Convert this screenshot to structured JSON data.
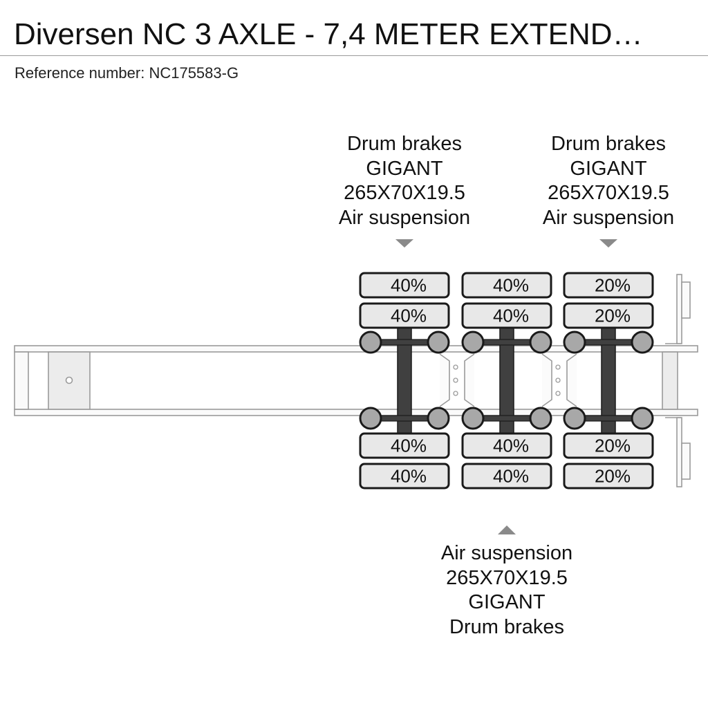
{
  "header": {
    "title": "Diversen NC 3 AXLE - 7,4 METER EXTEND…",
    "reference_label": "Reference number:",
    "reference_value": "NC175583-G"
  },
  "axles": [
    {
      "upper_tires": [
        "40%",
        "40%"
      ],
      "lower_tires": [
        "40%",
        "40%"
      ],
      "callout_position": "top",
      "callout": [
        "Drum brakes",
        "GIGANT",
        "265X70X19.5",
        "Air suspension"
      ]
    },
    {
      "upper_tires": [
        "40%",
        "40%"
      ],
      "lower_tires": [
        "40%",
        "40%"
      ],
      "callout_position": "bottom",
      "callout": [
        "Air suspension",
        "265X70X19.5",
        "GIGANT",
        "Drum brakes"
      ]
    },
    {
      "upper_tires": [
        "20%",
        "20%"
      ],
      "lower_tires": [
        "20%",
        "20%"
      ],
      "callout_position": "top",
      "callout": [
        "Drum brakes",
        "GIGANT",
        "265X70X19.5",
        "Air suspension"
      ]
    }
  ],
  "colors": {
    "tire_fill": "#e8e8e8",
    "tire_stroke": "#1a1a1a",
    "hub_fill": "#a8a8a8",
    "axle_fill": "#404040",
    "frame_stroke": "#9a9a9a",
    "arrow": "#8a8a8a"
  }
}
